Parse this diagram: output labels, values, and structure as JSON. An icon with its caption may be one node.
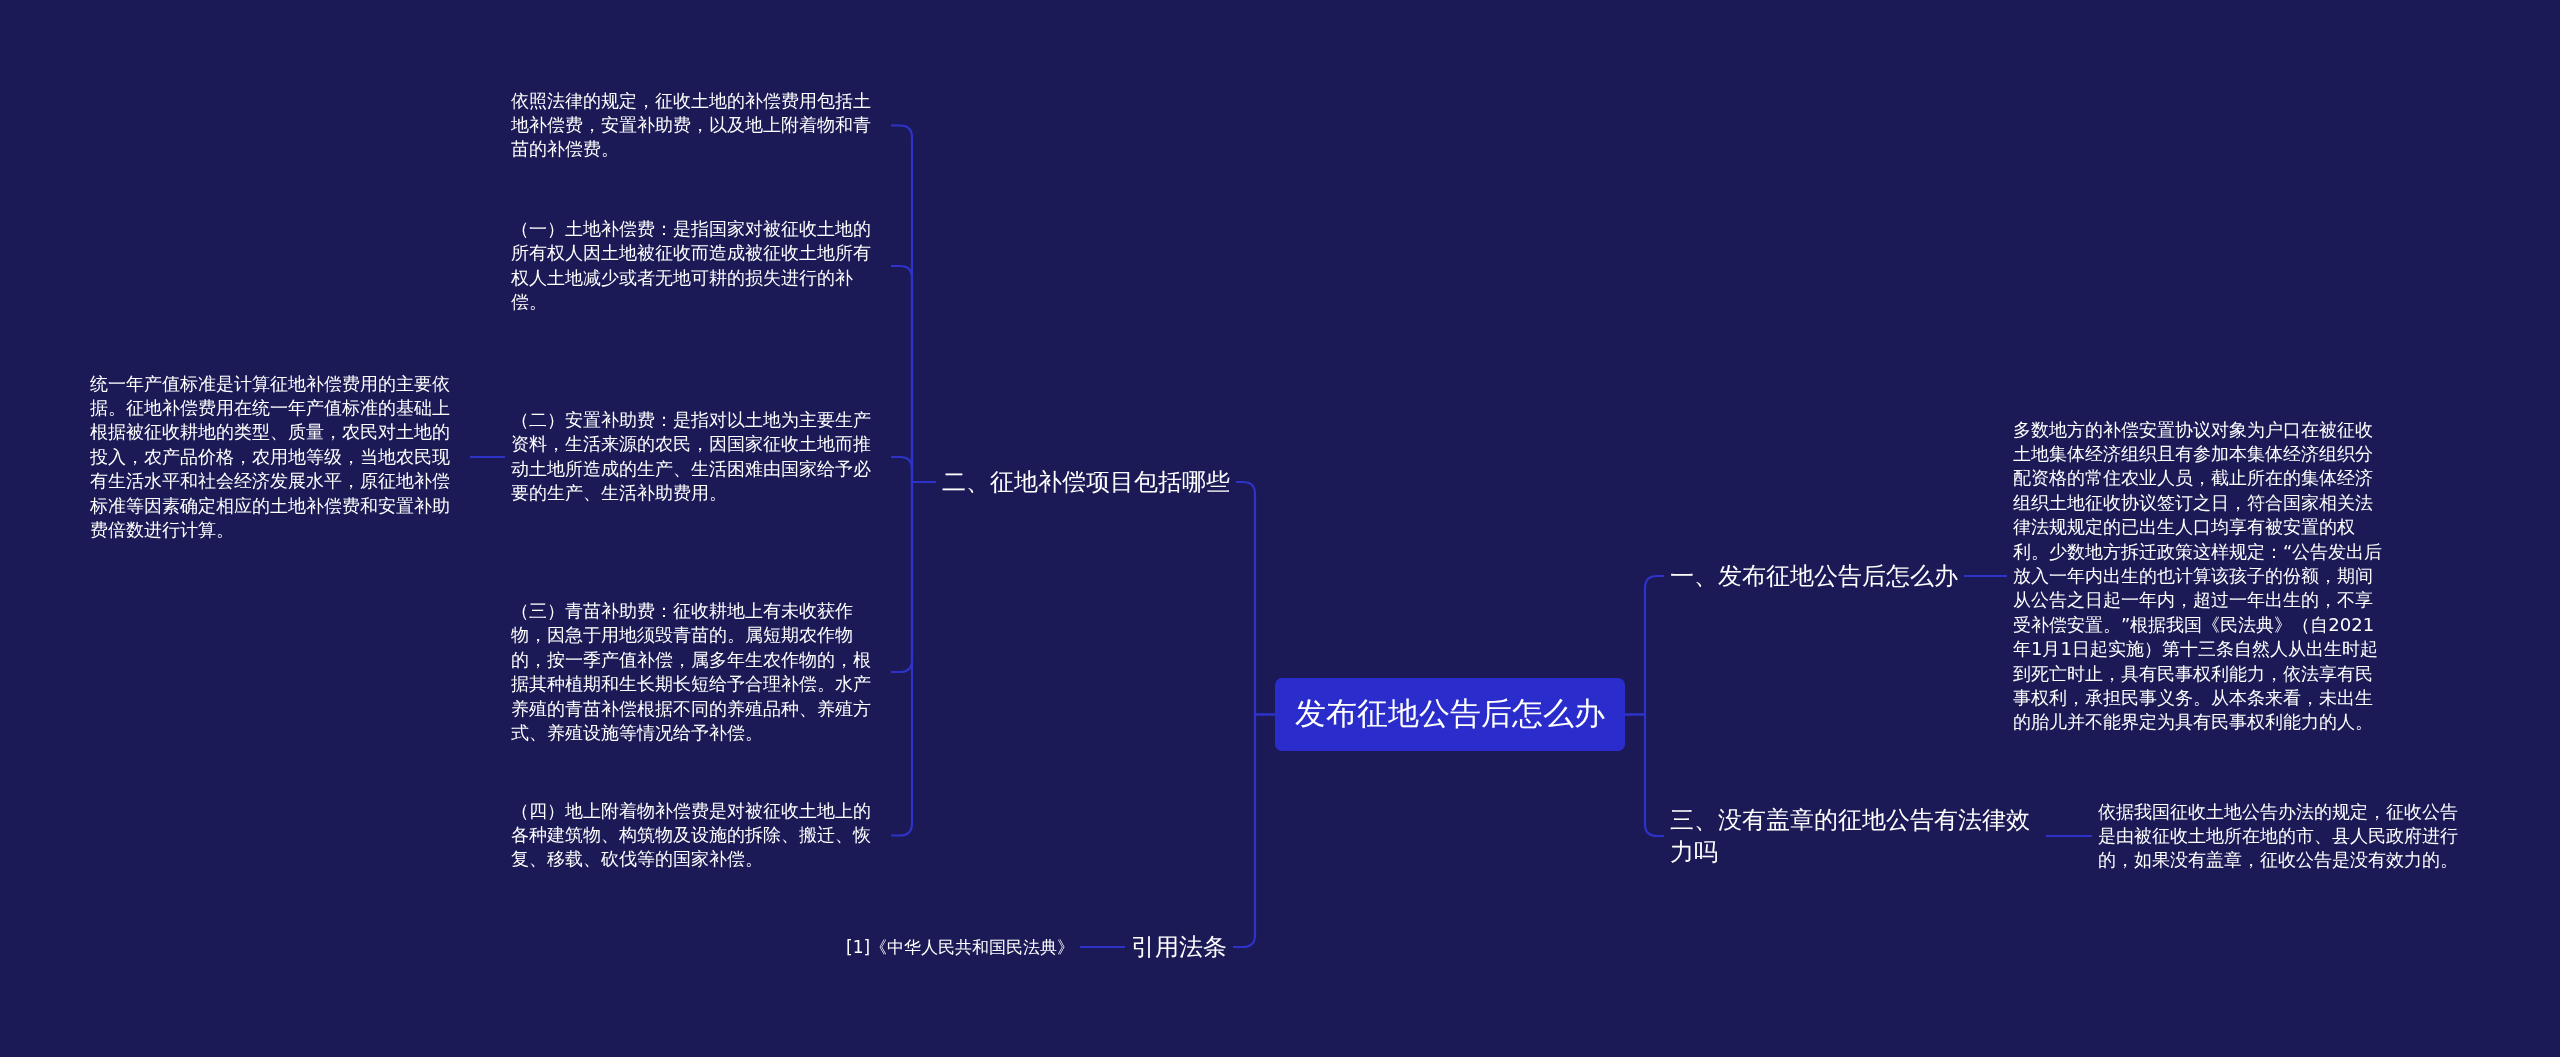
{
  "diagram": {
    "nodes": [
      {
        "text": [
          "发布征地公告后怎么办"
        ]
      },
      {
        "text": [
          "二、征地补偿项目包括哪些"
        ]
      },
      {
        "text": [
          "依照法律的规定，征收土地的补偿费用包括土地补偿费，安置补助费，以及地上附着物和青苗的补偿费。"
        ]
      },
      {
        "text": [
          "（一）土地补偿费：是指国家对被征收土地的所有权人因土地被征收而造成被征收土地所有权人土地减少或者无地可耕的损失进行的补偿。"
        ]
      },
      {
        "text": [
          "（二）安置补助费：是指对以土地为主要生产资料，生活来源的农民，因国家征收土地而推动土地所造成的生产、生活困难由国家给予必要的生产、生活补助费用。"
        ]
      },
      {
        "text": [
          "统一年产值标准是计算征地补偿费用的主要依据。征地补偿费用在统一年产值标准的基础上根据被征收耕地的类型、质量，农民对土地的投入，农产品价格，农用地等级，当地农民现有生活水平和社会经济发展水平，原征地补偿标准等因素确定相应的土地补偿费和安置补助费倍数进行计算。"
        ]
      },
      {
        "text": [
          "（三）青苗补助费：征收耕地上有未收获作物，因急于用地须毁青苗的。属短期农作物的，按一季产值补偿，属多年生农作物的，根据其种植期和生长期长短给予合理补偿。水产养殖的青苗补偿根据不同的养殖品种、养殖方式、养殖设施等情况给予补偿。"
        ]
      },
      {
        "text": [
          "（四）地上附着物补偿费是对被征收土地上的各种建筑物、构筑物及设施的拆除、搬迁、恢复、移载、砍伐等的国家补偿。"
        ]
      },
      {
        "text": [
          "引用法条"
        ]
      },
      {
        "text": [
          "[1]《中华人民共和国民法典》"
        ]
      },
      {
        "text": [
          "一、发布征地公告后怎么办"
        ]
      },
      {
        "text": [
          "多数地方的补偿安置协议对象为户口在被征收土地集体经济组织且有参加本集体经济组织分配资格的常住农业人员，截止所在的集体经济组织土地征收协议签订之日，符合国家相关法律法规规定的已出生人口均享有被安置的权利。少数地方拆迁政策这样规定：“公告发出后放入一年内出生的也计算该孩子的份额，期间从公告之日起一年内，超过一年出生的，不享受补偿安置。”根据我国《民法典》（自2021年1月1日起实施）第十三条自然人从出生时起到死亡时止，具有民事权利能力，依法享有民事权利，承担民事义务。从本条来看，未出生的胎儿并不能界定为具有民事权利能力的人。"
        ]
      },
      {
        "text": [
          "三、没有盖章的征地公告有法律效力吗"
        ]
      },
      {
        "text": [
          "依据我国征收土地公告办法的规定，征收公告是由被征收土地所在地的市、县人民政府进行的，如果没有盖章，征收公告是没有效力的。"
        ]
      }
    ],
    "edges": [
      {
        "from": 0,
        "to": 1,
        "arrow": "none"
      },
      {
        "from": 1,
        "to": 2,
        "arrow": "none"
      },
      {
        "from": 1,
        "to": 3,
        "arrow": "none"
      },
      {
        "from": 1,
        "to": 4,
        "arrow": "none"
      },
      {
        "from": 4,
        "to": 5,
        "arrow": "none"
      },
      {
        "from": 1,
        "to": 6,
        "arrow": "none"
      },
      {
        "from": 1,
        "to": 7,
        "arrow": "none"
      },
      {
        "from": 0,
        "to": 8,
        "arrow": "none"
      },
      {
        "from": 8,
        "to": 9,
        "arrow": "none"
      },
      {
        "from": 0,
        "to": 10,
        "arrow": "none"
      },
      {
        "from": 10,
        "to": 11,
        "arrow": "none"
      },
      {
        "from": 0,
        "to": 12,
        "arrow": "none"
      },
      {
        "from": 12,
        "to": 13,
        "arrow": "none"
      }
    ]
  }
}
